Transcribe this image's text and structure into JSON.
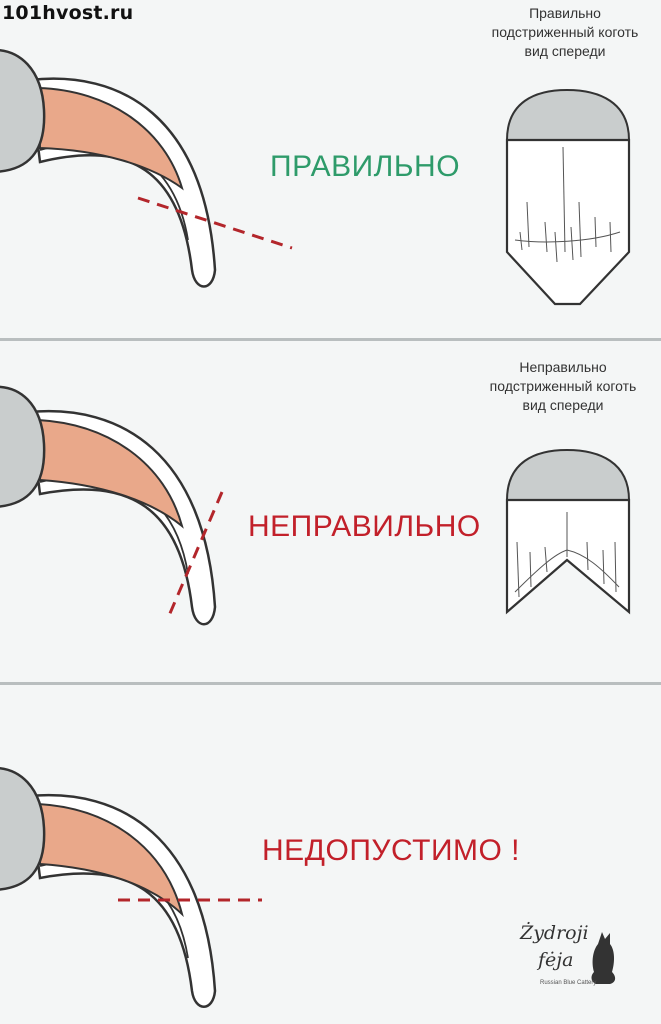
{
  "site": {
    "label": "101hvost.ru"
  },
  "colors": {
    "background": "#f4f6f6",
    "quick": "#e9a88a",
    "claw_outline": "#333333",
    "paw": "#c9cdcd",
    "cut_line": "#b3262b",
    "correct": "#2e9b6a",
    "wrong": "#c2202a",
    "divider": "#b9bebf"
  },
  "panels": [
    {
      "verdict": "ПРАВИЛЬНО",
      "verdict_color": "#2e9b6a",
      "caption": [
        "Правильно",
        "подстриженный коготь",
        "вид спереди"
      ]
    },
    {
      "verdict": "НЕПРАВИЛЬНО",
      "verdict_color": "#c2202a",
      "caption": [
        "Неправильно",
        "подстриженный коготь",
        "вид спереди"
      ]
    },
    {
      "verdict": "НЕДОПУСТИМО !",
      "verdict_color": "#c2202a"
    }
  ],
  "logo": {
    "line1": "Żydroji",
    "line2": "fėja",
    "line3": "Russian Blue Cattery"
  }
}
